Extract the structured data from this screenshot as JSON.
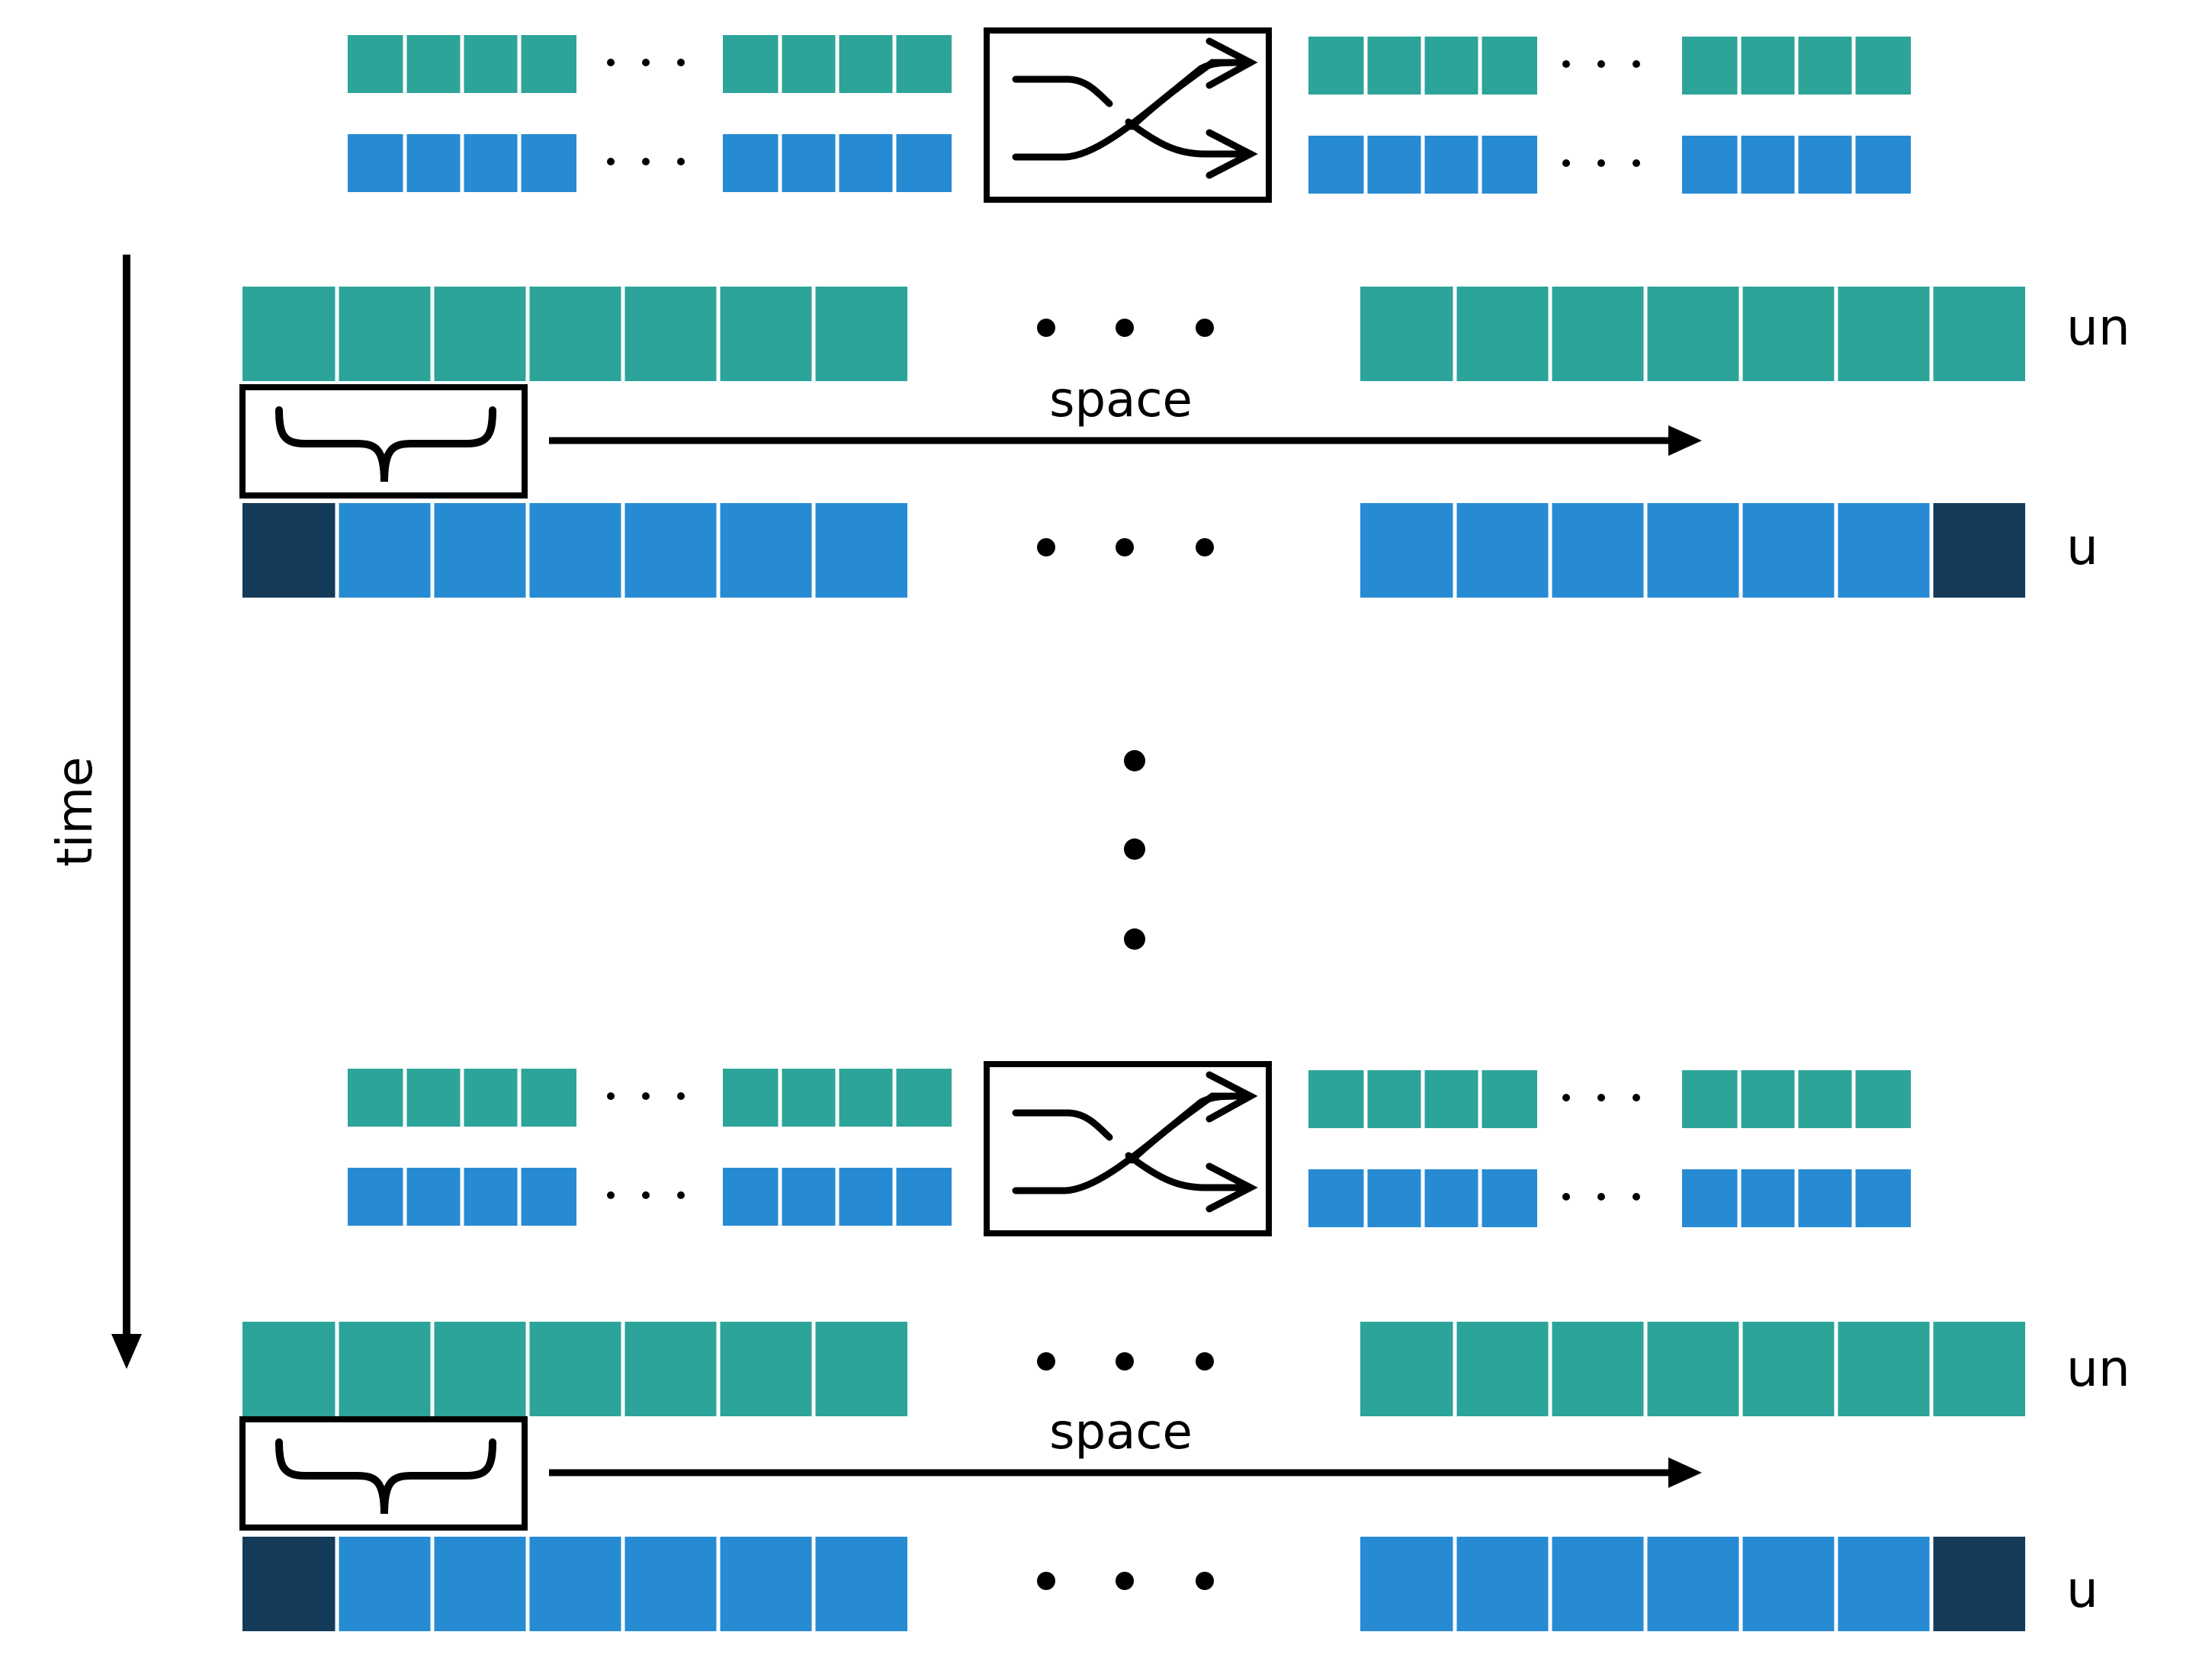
{
  "labels": {
    "time": "time",
    "space": "space",
    "row_top": "un",
    "row_bottom": "u"
  },
  "colors": {
    "teal": "#2ca49a",
    "blue": "#278bd4",
    "dark_navy": "#143a5a",
    "stroke": "#000000",
    "cell_border": "#ffffff"
  },
  "icons": {
    "swap": "swap-arrows-icon",
    "stencil": "curly-brace-icon",
    "ellipsis": "ellipsis-icon"
  },
  "structure": {
    "timesteps_shown": 2,
    "large_cells_per_segment": 7,
    "small_cells_per_segment": 4
  }
}
